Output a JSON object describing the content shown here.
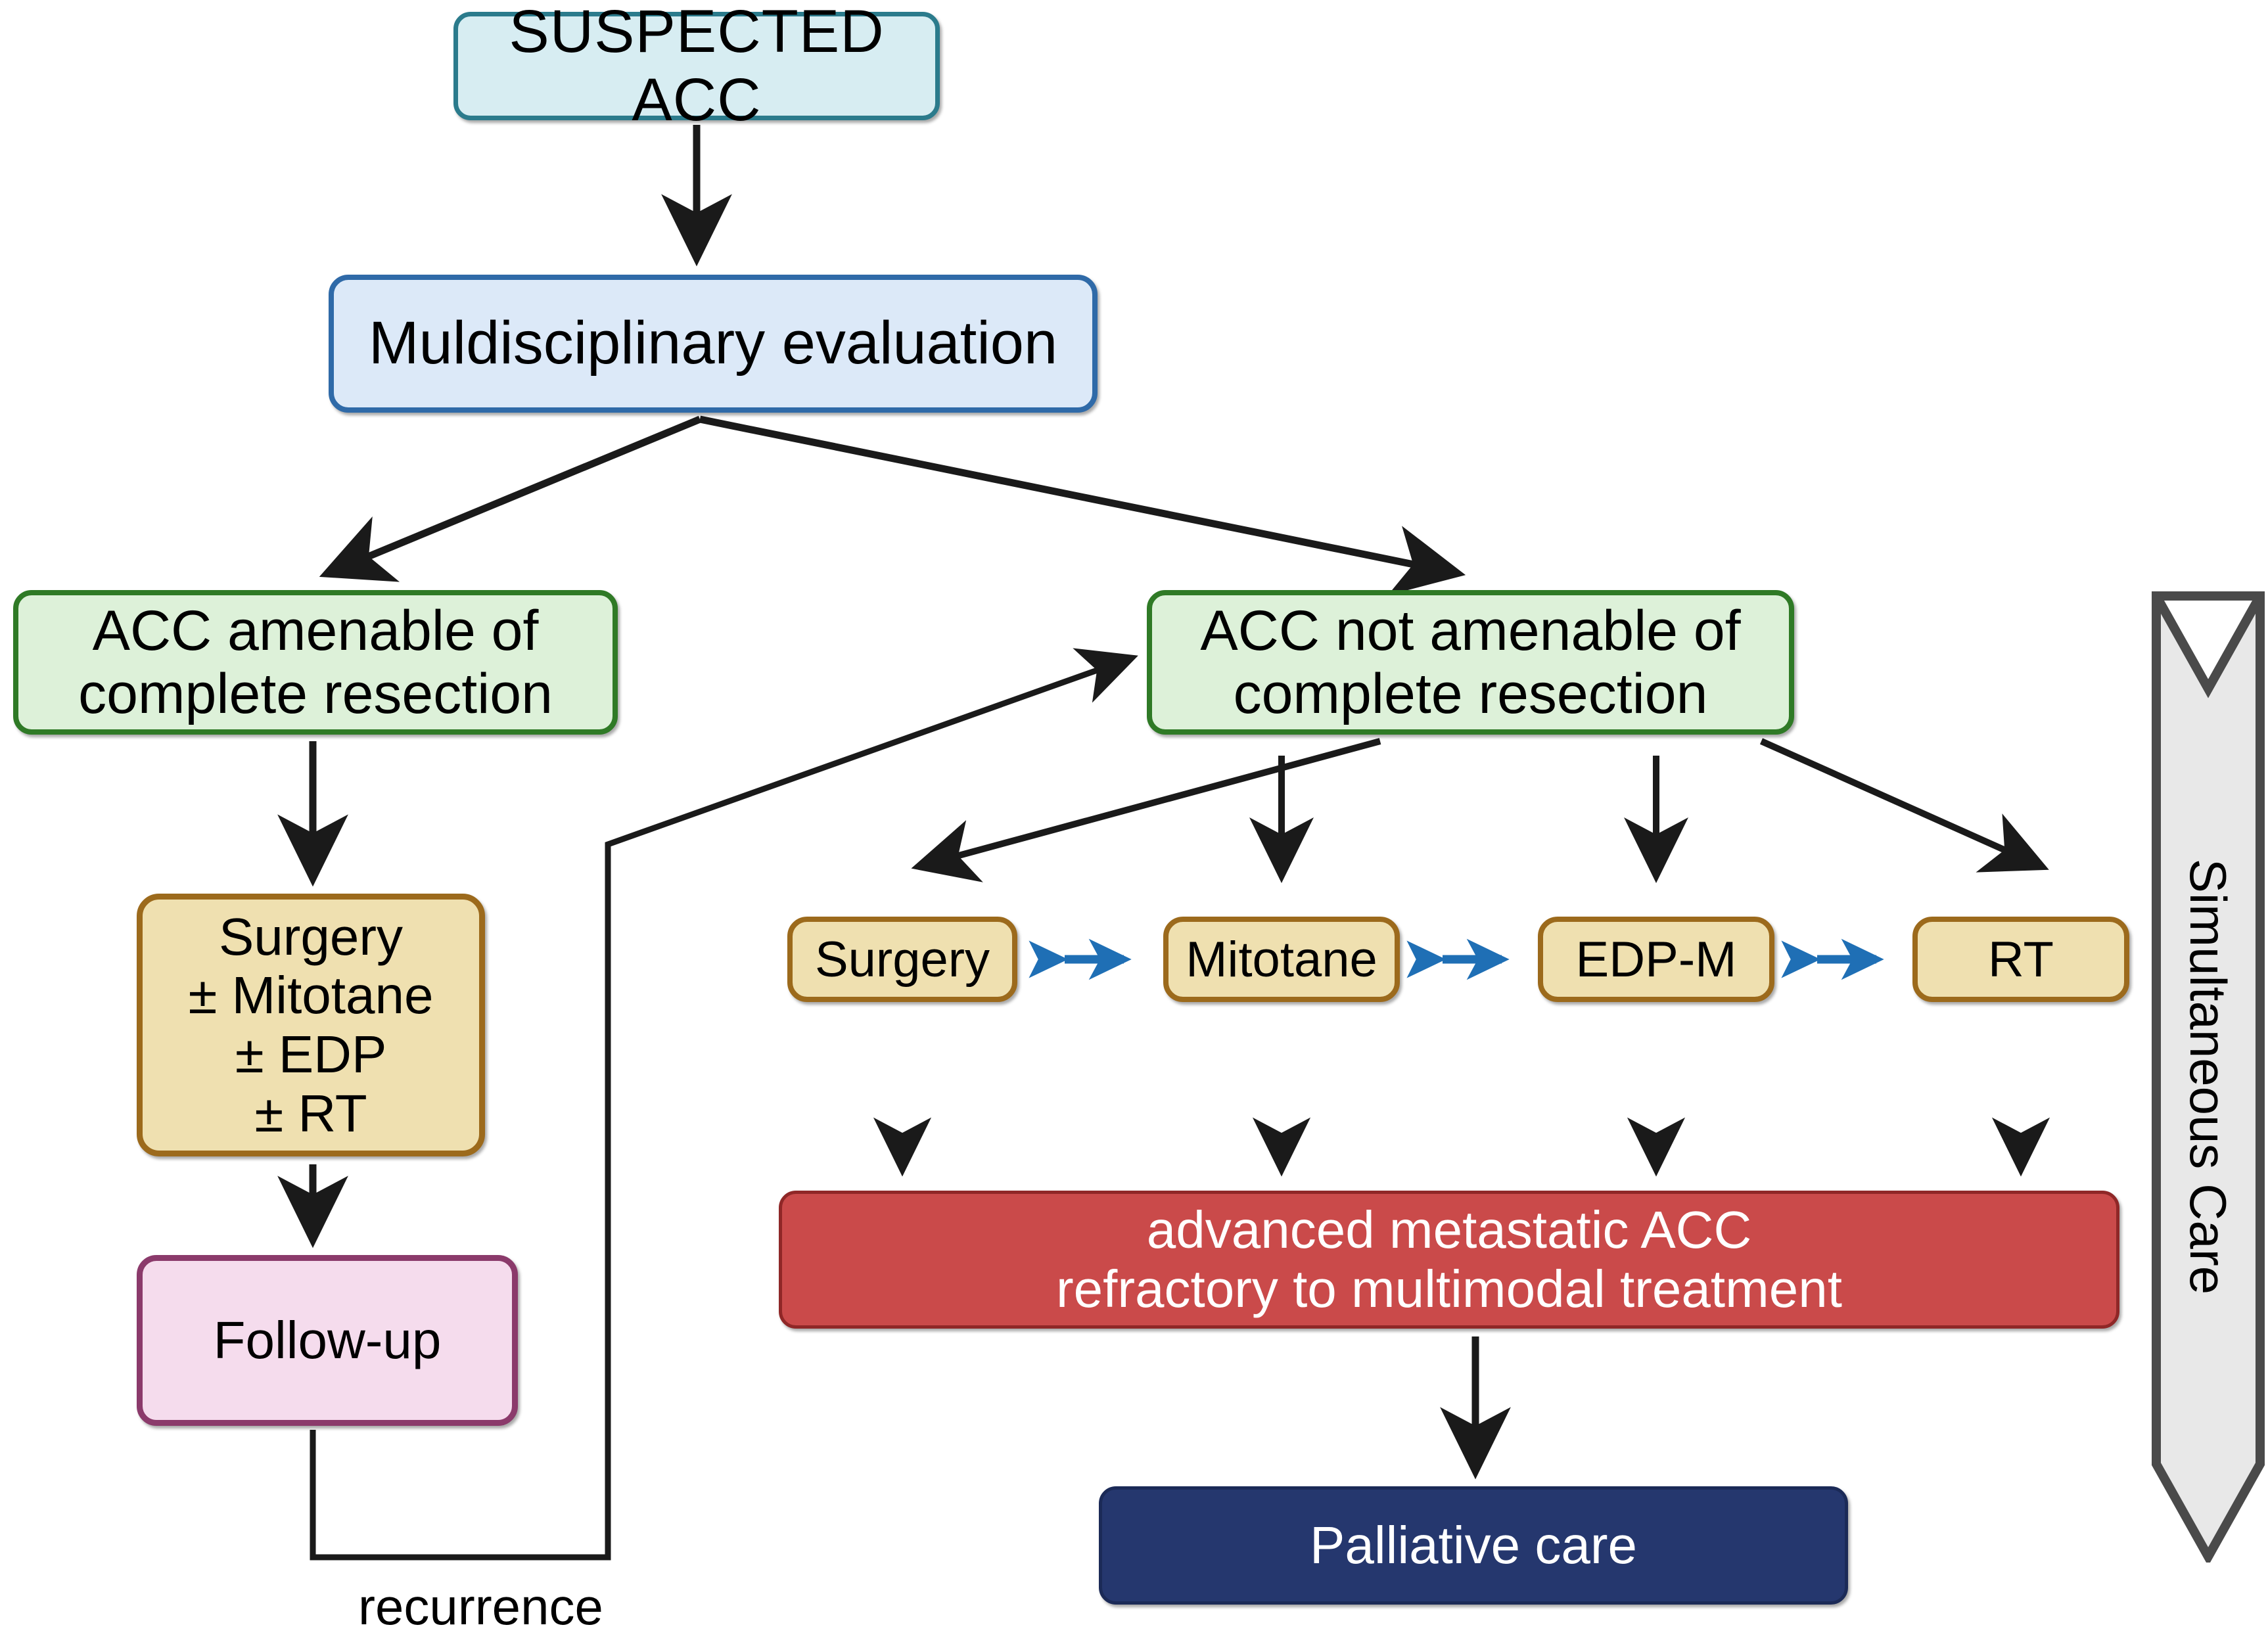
{
  "diagram": {
    "title": "ACC management flowchart",
    "colors": {
      "suspected_fill": "#d7edf2",
      "suspected_border": "#2b7b8c",
      "multi_fill": "#dce9f8",
      "multi_border": "#2f6aa8",
      "green_fill": "#ddf1d9",
      "green_border": "#2f7a26",
      "tan_fill": "#efe0b0",
      "tan_border": "#9c6a1c",
      "pink_fill": "#f5dced",
      "pink_border": "#8b3a6b",
      "red_fill": "#ca4a4a",
      "red_border": "#8f2727",
      "navy_fill": "#25376e",
      "navy_border": "#1b2a57",
      "banner_fill": "#e8e8e8",
      "banner_border": "#4a4a4a",
      "arrow_black": "#1a1a1a",
      "arrow_blue": "#1f6fb5"
    }
  },
  "nodes": {
    "suspected": "SUSPECTED ACC",
    "multidisciplinary": "Muldisciplinary evaluation",
    "amenable_line1": "ACC amenable of",
    "amenable_line2": "complete resection",
    "not_amenable_line1": "ACC not amenable of",
    "not_amenable_line2": "complete resection",
    "surgery_plus_line1": "Surgery",
    "surgery_plus_line2": "± Mitotane",
    "surgery_plus_line3": "± EDP",
    "surgery_plus_line4": "± RT",
    "follow_up": "Follow-up",
    "advanced_line1": "advanced metastatic ACC",
    "advanced_line2": "refractory to multimodal treatment",
    "palliative": "Palliative care"
  },
  "treatments": [
    {
      "label": "Surgery"
    },
    {
      "label": "Mitotane"
    },
    {
      "label": "EDP-M"
    },
    {
      "label": "RT"
    }
  ],
  "labels": {
    "recurrence": "recurrence",
    "simultaneous_care": "Simultaneous Care"
  }
}
